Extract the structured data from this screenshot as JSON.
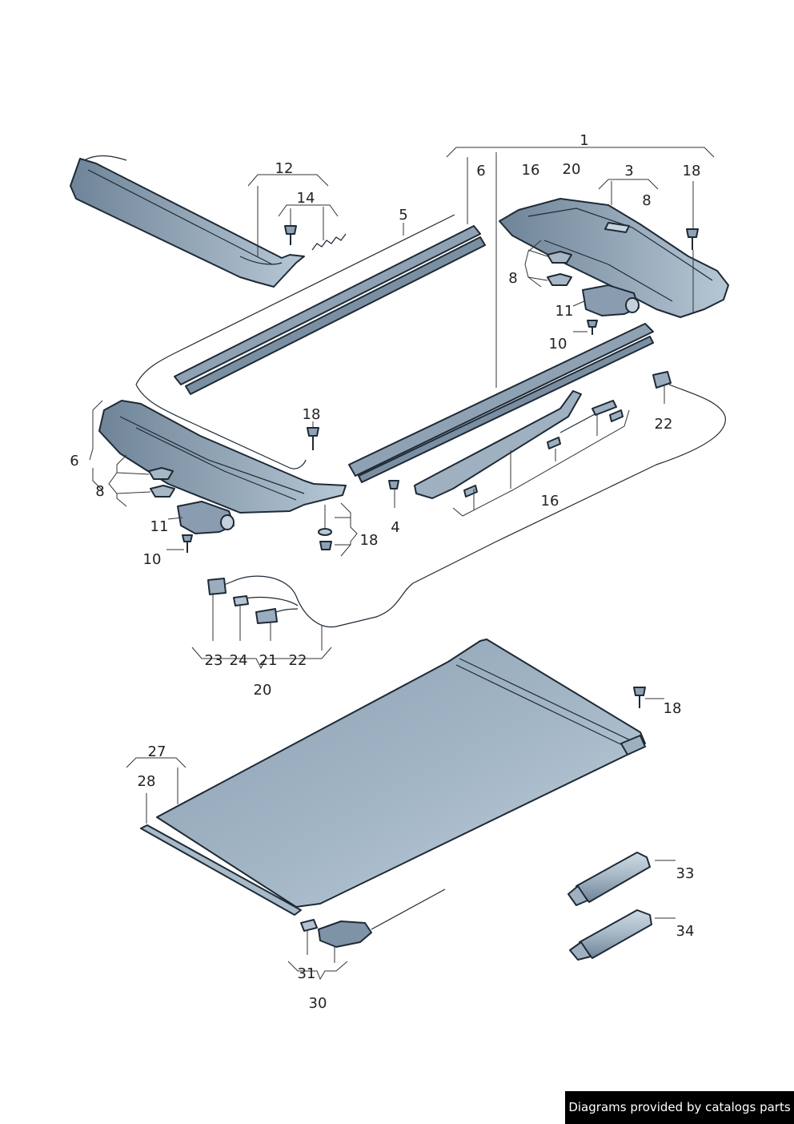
{
  "labels": {
    "l1": "1",
    "l3": "3",
    "l4": "4",
    "l5": "5",
    "l6a": "6",
    "l6b": "6",
    "l8a": "8",
    "l8b": "8",
    "l8c": "8",
    "l10a": "10",
    "l10b": "10",
    "l11a": "11",
    "l11b": "11",
    "l12": "12",
    "l14": "14",
    "l16a": "16",
    "l16b": "16",
    "l18a": "18",
    "l18b": "18",
    "l18c": "18",
    "l18d": "18",
    "l20a": "20",
    "l20b": "20",
    "l21": "21",
    "l22a": "22",
    "l22b": "22",
    "l23": "23",
    "l24": "24",
    "l27": "27",
    "l28": "28",
    "l30": "30",
    "l31": "31",
    "l33": "33",
    "l34": "34"
  },
  "footer": {
    "text": "Diagrams provided by catalogs parts"
  },
  "colors": {
    "part_fill": "#7f93a7",
    "part_light": "#a9bccb",
    "outline": "#1e2a36"
  }
}
